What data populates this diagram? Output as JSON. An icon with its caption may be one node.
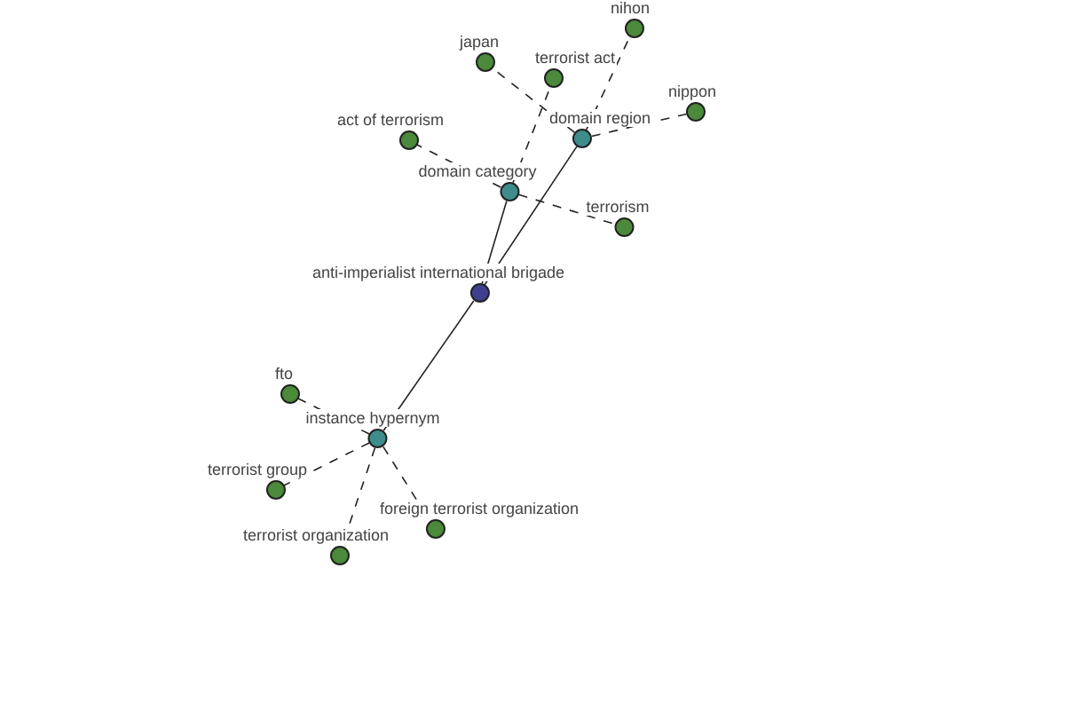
{
  "diagram": {
    "nodes": [
      {
        "text": [
          "anti-imperialist international brigade"
        ]
      },
      {
        "text": [
          "domain category"
        ]
      },
      {
        "text": [
          "domain region"
        ]
      },
      {
        "text": [
          "instance hypernym"
        ]
      },
      {
        "text": [
          "japan"
        ]
      },
      {
        "text": [
          "terrorist act"
        ]
      },
      {
        "text": [
          "nihon"
        ]
      },
      {
        "text": [
          "nippon"
        ]
      },
      {
        "text": [
          "act of terrorism"
        ]
      },
      {
        "text": [
          "terrorism"
        ]
      },
      {
        "text": [
          "fto"
        ]
      },
      {
        "text": [
          "terrorist group"
        ]
      },
      {
        "text": [
          "foreign terrorist organization"
        ]
      },
      {
        "text": [
          "terrorist organization"
        ]
      }
    ],
    "edges": [
      {
        "from": 0,
        "to": 1,
        "arrow": "none"
      },
      {
        "from": 0,
        "to": 2,
        "arrow": "none"
      },
      {
        "from": 0,
        "to": 3,
        "arrow": "none"
      },
      {
        "from": 1,
        "to": 8,
        "arrow": "none",
        "style": "dashed"
      },
      {
        "from": 1,
        "to": 5,
        "arrow": "none",
        "style": "dashed"
      },
      {
        "from": 1,
        "to": 9,
        "arrow": "none",
        "style": "dashed"
      },
      {
        "from": 2,
        "to": 4,
        "arrow": "none",
        "style": "dashed"
      },
      {
        "from": 2,
        "to": 6,
        "arrow": "none",
        "style": "dashed"
      },
      {
        "from": 2,
        "to": 7,
        "arrow": "none",
        "style": "dashed"
      },
      {
        "from": 3,
        "to": 10,
        "arrow": "none",
        "style": "dashed"
      },
      {
        "from": 3,
        "to": 11,
        "arrow": "none",
        "style": "dashed"
      },
      {
        "from": 3,
        "to": 12,
        "arrow": "none",
        "style": "dashed"
      },
      {
        "from": 3,
        "to": 13,
        "arrow": "none",
        "style": "dashed"
      }
    ]
  }
}
